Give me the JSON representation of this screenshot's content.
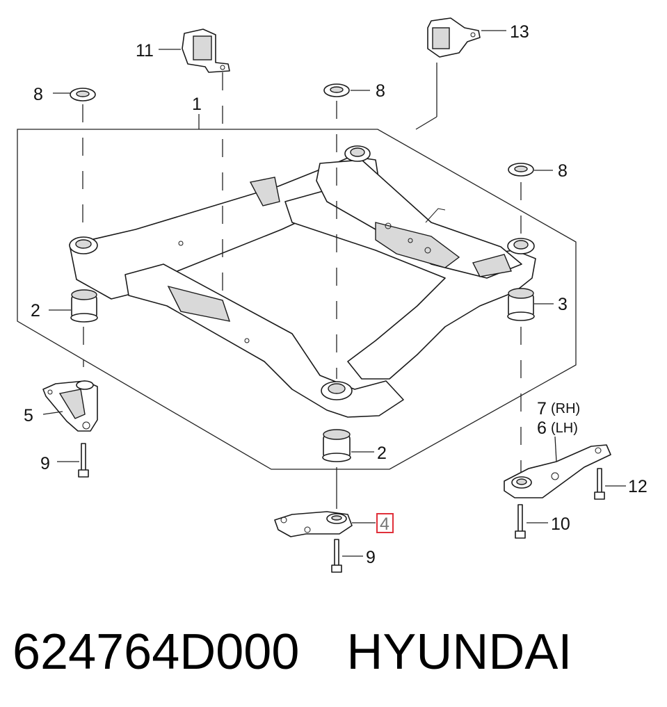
{
  "callouts": {
    "c1": "1",
    "c2a": "2",
    "c2b": "2",
    "c3": "3",
    "c4": "4",
    "c5": "5",
    "c6": "6",
    "c6_side": "(LH)",
    "c7": "7",
    "c7_side": "(RH)",
    "c8a": "8",
    "c8b": "8",
    "c8c": "8",
    "c9a": "9",
    "c9b": "9",
    "c10": "10",
    "c11": "11",
    "c12": "12",
    "c13": "13"
  },
  "footer": {
    "part_number": "624764D000",
    "brand": "HYUNDAI"
  },
  "highlight_color": "#e0303a"
}
